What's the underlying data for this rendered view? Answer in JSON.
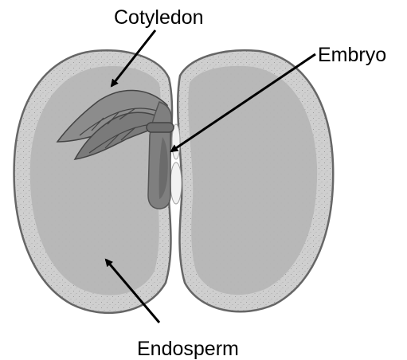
{
  "labels": {
    "cotyledon": "Cotyledon",
    "embryo": "Embryo",
    "endosperm": "Endosperm"
  },
  "colors": {
    "seed_coat_outline": "#666666",
    "seed_coat_fill": "#c8c8c8",
    "endosperm_fill": "#b4b4b4",
    "embryo_fill": "#7f7f7f",
    "embryo_dark": "#5f5f5f",
    "cotyledon_fill": "#8c8c8c",
    "gap_highlight": "#f2f2f2",
    "arrow": "#000000"
  }
}
